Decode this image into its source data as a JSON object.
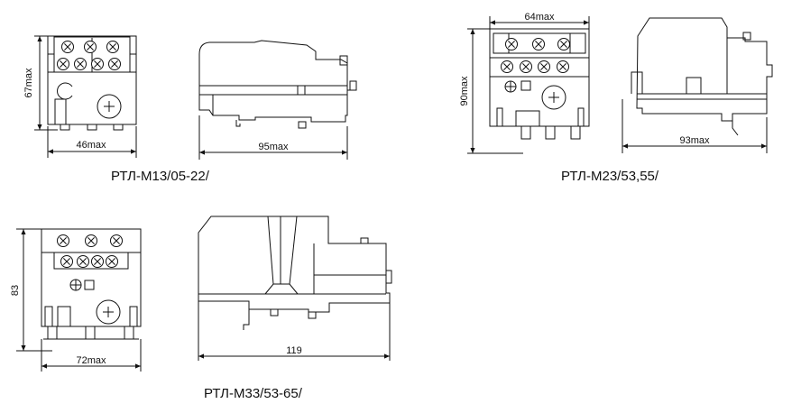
{
  "captions": {
    "m13": "РТЛ-М13/05-22/",
    "m23": "РТЛ-М23/53,55/",
    "m33": "РТЛ-М33/53-65/"
  },
  "dimensions": {
    "m13_height": "67max",
    "m13_width_front": "46max",
    "m13_width_side": "95max",
    "m23_width_front": "64max",
    "m23_height": "90max",
    "m23_width_side": "93max",
    "m33_height": "83",
    "m33_width_front": "72max",
    "m33_width_side": "119"
  }
}
